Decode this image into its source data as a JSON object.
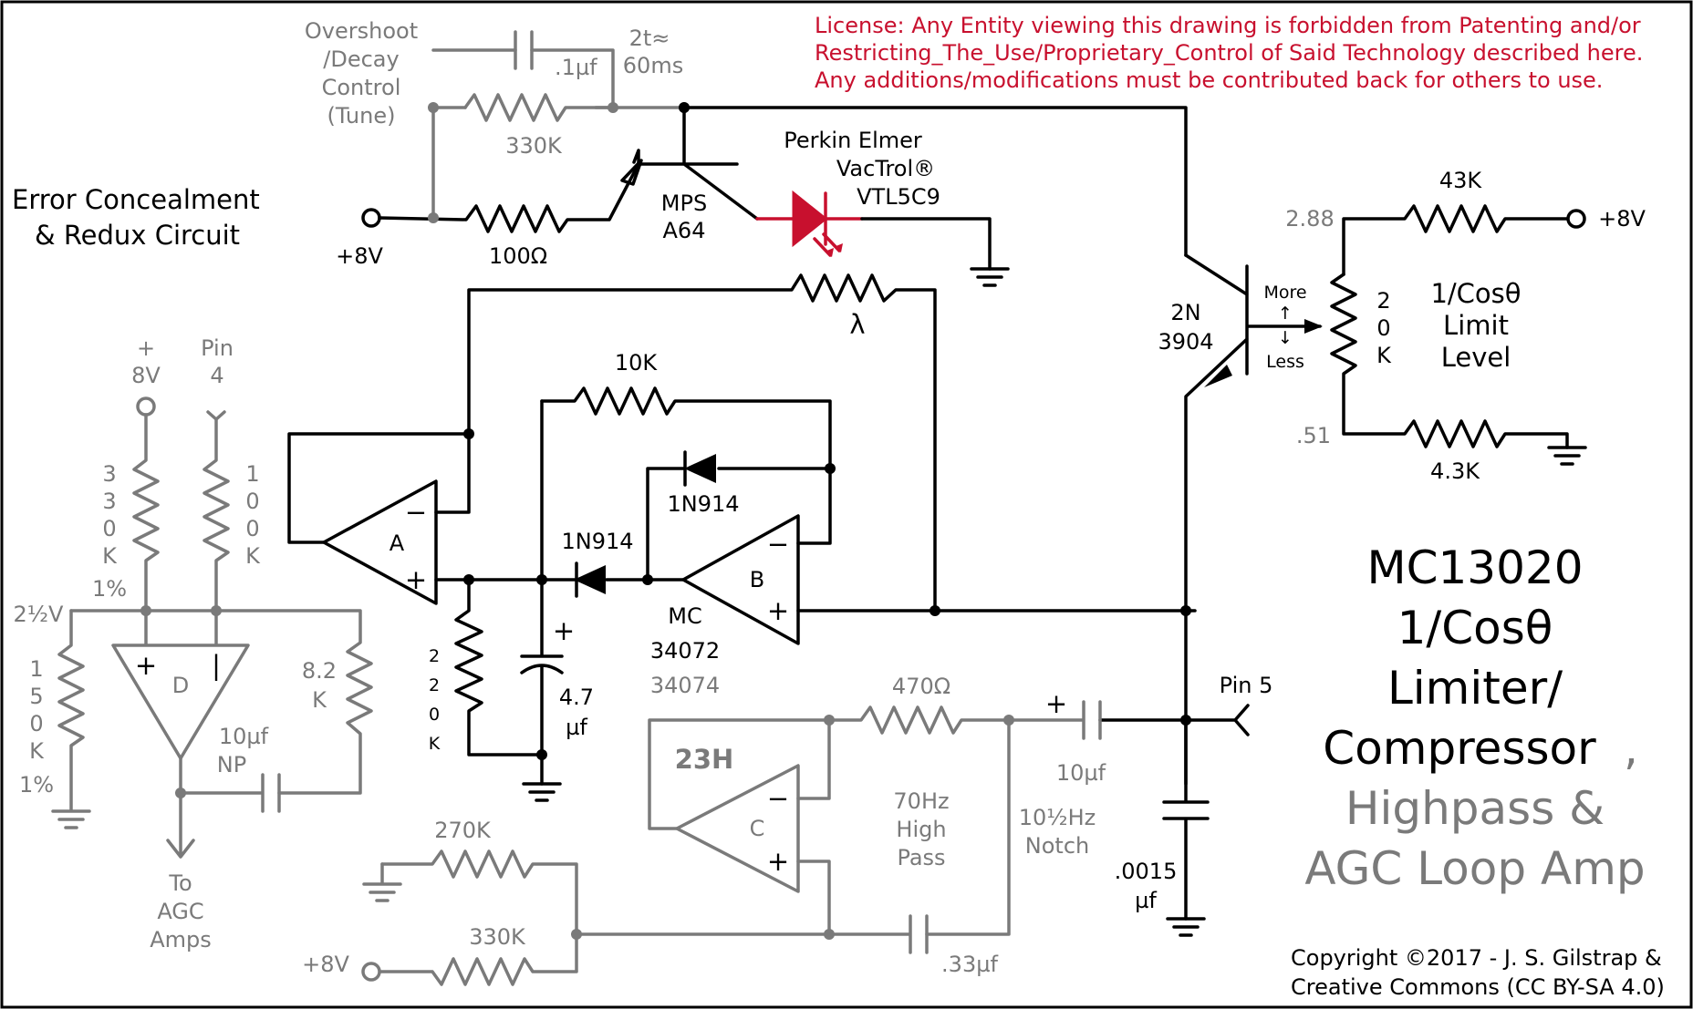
{
  "license": [
    "License: Any Entity viewing this drawing is forbidden from Patenting and/or",
    "Restricting_The_Use/Proprietary_Control of Said Technology described here.",
    "Any additions/modifications must be contributed back for others to use."
  ],
  "circuit_name": [
    "Error Concealment",
    "& Redux Circuit"
  ],
  "main_title": [
    "MC13020",
    "1/Cosθ",
    "Limiter/",
    "Compressor",
    ",",
    "Highpass &",
    "AGC Loop Amp"
  ],
  "copyright": [
    "Copyright ©2017 - J. S. Gilstrap &",
    "Creative Commons (CC BY-SA 4.0)"
  ],
  "overshoot": {
    "note": [
      "Overshoot",
      "/Decay",
      "Control",
      "(Tune)"
    ],
    "cap_value": ".1µf",
    "resistor": "330K",
    "time_constant": [
      "2t≈",
      "60ms"
    ]
  },
  "driver": {
    "supply": "+8V",
    "resistor": "100Ω",
    "transistor": [
      "MPS",
      "A64"
    ]
  },
  "vactrol": [
    "Perkin Elmer",
    "VacTrol®",
    "VTL5C9"
  ],
  "lambda": "λ",
  "feedback": {
    "resistor": "10K",
    "diode_top": "1N914",
    "diode_mid": "1N914"
  },
  "opamps": {
    "a": "A",
    "b": "B",
    "c": "C",
    "d": "D",
    "c_label": "23H"
  },
  "opamp_part": [
    "MC",
    "34072",
    "34074"
  ],
  "hold_cap": {
    "plus": "+",
    "value": [
      "4.7",
      "µf"
    ]
  },
  "bleed_resistor": [
    "2",
    "2",
    "0",
    "K"
  ],
  "limit_circuit": {
    "transistor": [
      "2N",
      "3904"
    ],
    "top_resistor": "43K",
    "top_voltage": "2.88",
    "supply": "+8V",
    "pot": [
      "2",
      "0",
      "K"
    ],
    "more": "More",
    "less": "Less",
    "arrow_up": "↑",
    "arrow_down": "↓",
    "title": [
      "1/Cosθ",
      "Limit",
      "Level"
    ],
    "bottom_voltage": ".51",
    "bottom_resistor": "4.3K"
  },
  "pin5": "Pin 5",
  "coupling_cap": {
    "plus": "+",
    "value": "10µf"
  },
  "filter_cap": [
    ".0015",
    "µf"
  ],
  "highpass": {
    "resistor_470": "470Ω",
    "label": [
      "70Hz",
      "High",
      "Pass"
    ],
    "notch": [
      "10½Hz",
      "Notch"
    ],
    "cap": ".33µf",
    "r270": "270K",
    "r330": "330K",
    "supply": "+8V"
  },
  "agc": {
    "plus_label": [
      "+",
      "8V"
    ],
    "pin_label": [
      "Pin",
      "4"
    ],
    "r330k_1pct": [
      "3",
      "3",
      "0",
      "K",
      "1%"
    ],
    "r100k": [
      "1",
      "0",
      "0",
      "K"
    ],
    "bias_voltage": "2½V",
    "r150k_1pct": [
      "1",
      "5",
      "0",
      "K",
      "1%"
    ],
    "r8_2k": [
      "8.2",
      "K"
    ],
    "cap": [
      "10µf",
      "NP"
    ],
    "output": [
      "To",
      "AGC",
      "Amps"
    ]
  },
  "colors": {
    "wire": "#000000",
    "secondary": "#7a7a7a",
    "vactrol": "#c8102e",
    "license": "#c8102e"
  }
}
